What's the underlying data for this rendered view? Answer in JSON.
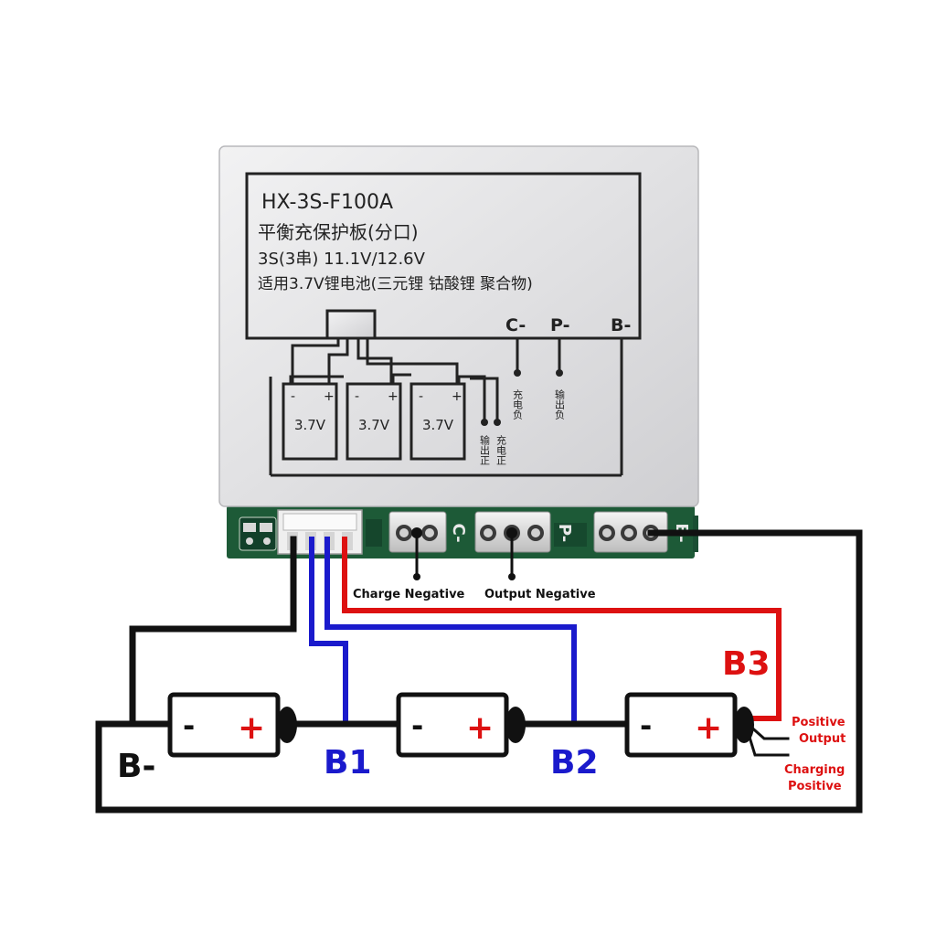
{
  "board": {
    "label_lines": [
      "HX-3S-F100A",
      "平衡充保护板(分口)",
      "3S(3串) 11.1V/12.6V",
      "适用3.7V锂电池(三元锂 钴酸锂 聚合物)"
    ],
    "terminals": {
      "c_minus": "C-",
      "p_minus": "P-",
      "b_minus": "B-"
    },
    "printed_cells": [
      "3.7V",
      "3.7V",
      "3.7V"
    ],
    "cell_sign_minus": "-",
    "cell_sign_plus": "+",
    "vertical_notes": {
      "charge_negative": "充电负",
      "output_negative": "输出负",
      "output_positive": "输出正",
      "charge_positive": "充电正"
    }
  },
  "callouts": {
    "charge_negative": "Charge Negative",
    "output_negative": "Output Negative",
    "positive_output": [
      "Positive",
      "Output"
    ],
    "charging_positive": [
      "Charging",
      "Positive"
    ]
  },
  "batteries": {
    "minus": "-",
    "plus": "+"
  },
  "nodes": {
    "b_minus": "B-",
    "b1": "B1",
    "b2": "B2",
    "b3": "B3"
  },
  "colors": {
    "black_wire": "#111111",
    "blue_wire": "#1a1acc",
    "red_wire": "#dd1111",
    "pcb_green": "#1d5a37",
    "board_silver": "#e4e4e6"
  }
}
